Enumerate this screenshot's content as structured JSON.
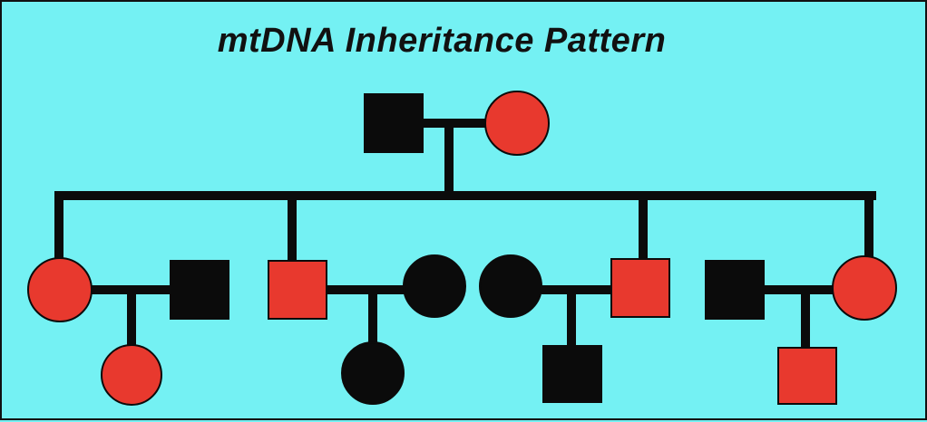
{
  "title": "mtDNA Inheritance Pattern",
  "colors": {
    "background": "#74f1f3",
    "affected": "#e8392e",
    "unaffected": "#0b0b0b",
    "line": "#0b0b0b"
  },
  "pedigree": {
    "generation_1": [
      {
        "id": "g1-father",
        "sex": "male",
        "affected": false
      },
      {
        "id": "g1-mother",
        "sex": "female",
        "affected": true
      }
    ],
    "generation_2": [
      {
        "id": "g2-daughter-1",
        "sex": "female",
        "affected": true,
        "spouse": {
          "sex": "male",
          "affected": false
        },
        "child": {
          "sex": "female",
          "affected": true
        }
      },
      {
        "id": "g2-son-1",
        "sex": "male",
        "affected": true,
        "spouse": {
          "sex": "female",
          "affected": false
        },
        "child": {
          "sex": "female",
          "affected": false
        }
      },
      {
        "id": "g2-son-2",
        "sex": "male",
        "affected": true,
        "spouse": {
          "sex": "female",
          "affected": false
        },
        "child": {
          "sex": "male",
          "affected": false
        }
      },
      {
        "id": "g2-daughter-2",
        "sex": "female",
        "affected": true,
        "spouse": {
          "sex": "male",
          "affected": false
        },
        "child": {
          "sex": "male",
          "affected": true
        }
      }
    ]
  }
}
